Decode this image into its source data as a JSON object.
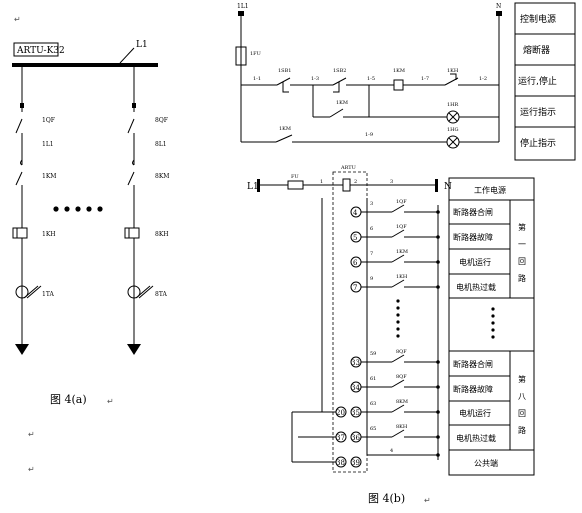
{
  "fig_a": {
    "device": "ARTU-K32",
    "bus": "L1",
    "col1": [
      "1QF",
      "1L1",
      "1KM",
      "1KH",
      "1TA"
    ],
    "col8": [
      "8QF",
      "8L1",
      "8KM",
      "8KH",
      "8TA"
    ],
    "caption": "图 4(a)"
  },
  "fig_b_top": {
    "left_bus": "1L1",
    "right_bus": "N",
    "fuse": "1FU",
    "sb1": "1SB1",
    "sb2": "1SB2",
    "km_coil": "1KM",
    "kh": "1KH",
    "km_aux": "1KM",
    "km_contact": "1KM",
    "hr": "1HR",
    "hg": "1HG",
    "nodes": [
      "1-1",
      "1-3",
      "1-5",
      "1-7",
      "1-2",
      "1-9"
    ],
    "legend": [
      "控制电源",
      "熔断器",
      "运行,停止",
      "运行指示",
      "停止指示"
    ]
  },
  "fig_b_bottom": {
    "left_bus": "L1",
    "right_bus": "N",
    "fuse": "FU",
    "device": "ARTU",
    "terminals_top": [
      "1",
      "2",
      "3"
    ],
    "circle_nums": [
      "4",
      "5",
      "6",
      "7",
      "33",
      "34",
      "20",
      "35",
      "37",
      "36",
      "38",
      "39"
    ],
    "contacts": [
      {
        "num": "3",
        "name": "1QF"
      },
      {
        "num": "6",
        "name": "1QF"
      },
      {
        "num": "7",
        "name": "1KM"
      },
      {
        "num": "9",
        "name": "1KH"
      },
      {
        "num": "59",
        "name": "8QF"
      },
      {
        "num": "61",
        "name": "8QF"
      },
      {
        "num": "63",
        "name": "8KM"
      },
      {
        "num": "65",
        "name": "8KH"
      }
    ],
    "terminal_4": "4",
    "table_header": "工作电源",
    "group1_rows": [
      "断路器合闸",
      "断路器故障",
      "电机运行",
      "电机热过载"
    ],
    "group1_label": "第一回路",
    "group8_rows": [
      "断路器合闸",
      "断路器故障",
      "电机运行",
      "电机热过载"
    ],
    "group8_label": "第八回路",
    "common": "公共端",
    "caption": "图 4(b)"
  },
  "paragraph_marks": [
    "↵",
    "↵",
    "↵",
    "↵",
    "↵",
    "↵"
  ]
}
